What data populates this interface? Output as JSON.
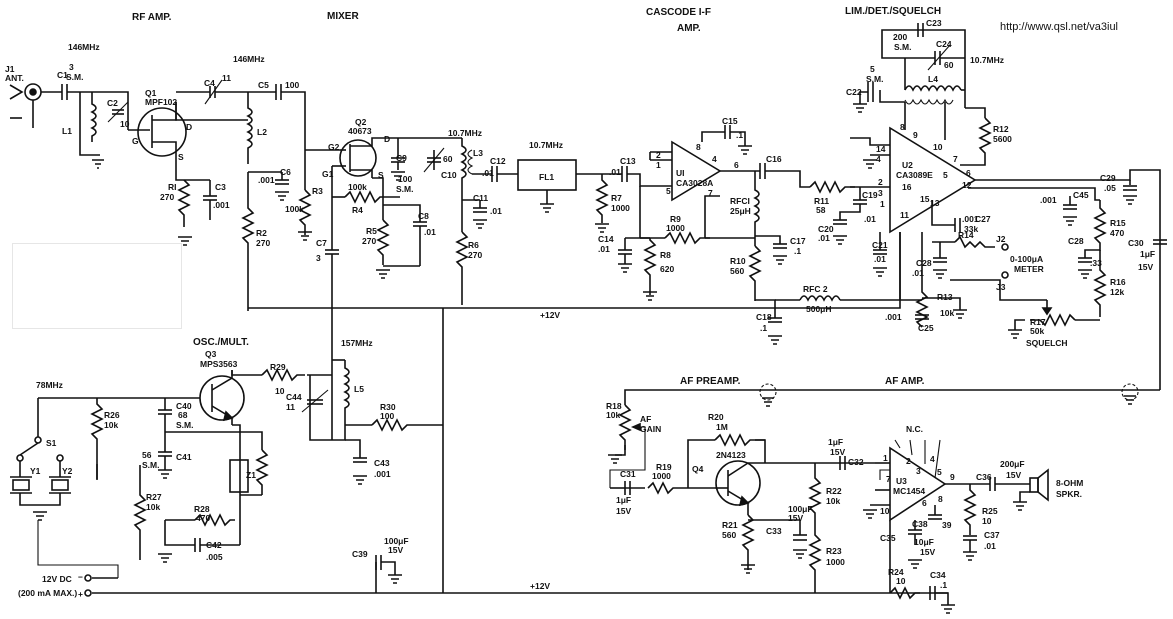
{
  "headings": {
    "rf_amp": "RF AMP.",
    "mixer": "MIXER",
    "cascode_if": "CASCODE I-F",
    "cascode_if_amp": "AMP.",
    "lim_det": "LIM./DET./SQUELCH",
    "osc_mult": "OSC./MULT.",
    "af_preamp": "AF PREAMP.",
    "af_amp": "AF AMP."
  },
  "url": "http://www.qsl.net/va3iul",
  "frequencies": {
    "f146a": "146MHz",
    "f146b": "146MHz",
    "f107a": "10.7MHz",
    "f107b": "10.7MHz",
    "f107c": "10.7MHz",
    "f157": "157MHz",
    "f78": "78MHz"
  },
  "antenna": {
    "ref": "J1",
    "label": "ANT."
  },
  "rf_section": {
    "c1": "C1",
    "c1v": "3",
    "c1n": "S.M.",
    "c2": "C2",
    "c2v": "10",
    "l1": "L1",
    "q1": "Q1",
    "q1p": "MPF102",
    "g": "G",
    "d": "D",
    "s": "S",
    "r1": "RI",
    "r1v": "270",
    "c3": "C3",
    "c3v": ".001",
    "c4": "C4",
    "c4v": "11",
    "c5": "C5",
    "c5v": "100",
    "l2": "L2",
    "c6": "C6",
    "c6v": ".001",
    "r2": "R2",
    "r2v": "270"
  },
  "mixer_section": {
    "q2": "Q2",
    "q2p": "40673",
    "g2": "G2",
    "g1": "G1",
    "d": "D",
    "s": "S",
    "r3": "R3",
    "r3v": "100k",
    "r4": "R4",
    "r4v": "100k",
    "r5": "R5",
    "r5v": "270",
    "c7": "C7",
    "c7v": "3",
    "c8": "C8",
    "c8v": ".01",
    "c9": "C9",
    "c9v": "100",
    "c9n": "S.M.",
    "c10": "C10",
    "c10v": "60",
    "l3": "L3",
    "c11": "C11",
    "c11v": ".01",
    "r6": "R6",
    "r6v": "270",
    "c12": "C12",
    "c12v": ".01",
    "fl1": "FL1"
  },
  "if_section": {
    "c13": "C13",
    "c13v": ".01",
    "r7": "R7",
    "r7v": "1000",
    "c14": "C14",
    "c14v": ".01",
    "r8": "R8",
    "r8v": "620",
    "r9": "R9",
    "r9v": "1000",
    "u1": "UI",
    "u1p": "CA3028A",
    "c15": "C15",
    "c15v": ".1",
    "rfc1": "RFCI",
    "rfc1v": "25μH",
    "r10": "R10",
    "r10v": "560",
    "c17": "C17",
    "c17v": ".1",
    "c16": "C16",
    "c18": "C18",
    "c18v": ".1",
    "rfc2": "RFC 2",
    "rfc2v": "500μH",
    "pins": [
      "2",
      "1",
      "4",
      "6",
      "5",
      "7",
      "8"
    ]
  },
  "lim_section": {
    "c23": "C23",
    "c23v": "200",
    "c23n": "S.M.",
    "c24": "C24",
    "c24v": "60",
    "c22": "C22",
    "c22v": "5",
    "c22n": "S.M.",
    "l4": "L4",
    "r12": "R12",
    "r12v": "5600",
    "u2": "U2",
    "u2p": "CA3089E",
    "r11": "R11",
    "r11v": "58",
    "c19": "C19",
    "c19v": ".01",
    "c20": "C20",
    "c20v": ".01",
    "c21": "C21",
    "c21v": ".01",
    "c27": "C27",
    "c27v": ".001",
    "r14": "R14",
    "r14v": "33k",
    "c28a": "C28",
    "c28av": ".01",
    "r13": "R13",
    "r13v": "10k",
    "c25": "C25",
    "c25v": ".001",
    "j2": "J2",
    "meter": "0-100μA",
    "meter2": "METER",
    "j3": "J3",
    "c45": "C45",
    "c45v": ".001",
    "c29": "C29",
    "c29v": ".05",
    "r15": "R15",
    "r15v": "470",
    "c28b": "C28",
    "c28bv": ".33",
    "r16": "R16",
    "r16v": "12k",
    "r17": "R17",
    "r17v": "50k",
    "squelch": "SQUELCH",
    "c30": "C30",
    "c30v": "1μF",
    "c30w": "15V",
    "pins": [
      "8",
      "9",
      "10",
      "14",
      "4",
      "2",
      "3",
      "1",
      "5",
      "7",
      "6",
      "12",
      "13",
      "15",
      "11",
      "16"
    ]
  },
  "osc_section": {
    "q3": "Q3",
    "q3p": "MPS3563",
    "r29": "R29",
    "r29v": "10",
    "c44": "C44",
    "c44v": "11",
    "l5": "L5",
    "r30": "R30",
    "r30v": "100",
    "c43": "C43",
    "c43v": ".001",
    "r26": "R26",
    "r26v": "10k",
    "c40": "C40",
    "c40v": "68",
    "c40n": "S.M.",
    "c41": "C41",
    "c41v": "56",
    "c41n": "S.M.",
    "z1": "Z1",
    "r27": "R27",
    "r27v": "10k",
    "r28": "R28",
    "r28v": "470",
    "c42": "C42",
    "c42v": ".005",
    "s1": "S1",
    "y1": "Y1",
    "y2": "Y2",
    "c39": "C39",
    "c39v": "100μF",
    "c39w": "15V"
  },
  "af_section": {
    "r18": "R18",
    "r18v": "10k",
    "gain1": "AF",
    "gain2": "GAIN",
    "c31": "C31",
    "c31v": "1μF",
    "c31w": "15V",
    "r19": "R19",
    "r19v": "1000",
    "r20": "R20",
    "r20v": "1M",
    "q4": "Q4",
    "q4p": "2N4123",
    "r21": "R21",
    "r21v": "560",
    "c33": "C33",
    "c33v": "100μF",
    "c33w": "15V",
    "r22": "R22",
    "r22v": "10k",
    "r23": "R23",
    "r23v": "1000",
    "c32": "C32",
    "c32v": "1μF",
    "c32w": "15V",
    "u3": "U3",
    "u3p": "MC1454",
    "nc": "N.C.",
    "c35": "C35",
    "c35v": "10μF",
    "c35w": "15V",
    "c38": "C38",
    "c38v": "39",
    "c36": "C36",
    "c36v": "200μF",
    "c36w": "15V",
    "r25": "R25",
    "r25v": "10",
    "c37": "C37",
    "c37v": ".01",
    "spkr1": "8-OHM",
    "spkr2": "SPKR.",
    "r24": "R24",
    "r24v": "10",
    "c34": "C34",
    "c34v": ".1",
    "pins": [
      "1",
      "2",
      "3",
      "4",
      "5",
      "7",
      "6",
      "8",
      "9",
      "10"
    ]
  },
  "power": {
    "rail_upper": "+12V",
    "rail_lower": "+12V",
    "input1": "12V DC",
    "input2": "(200 mA MAX.)",
    "minus": "−",
    "plus": "+"
  }
}
